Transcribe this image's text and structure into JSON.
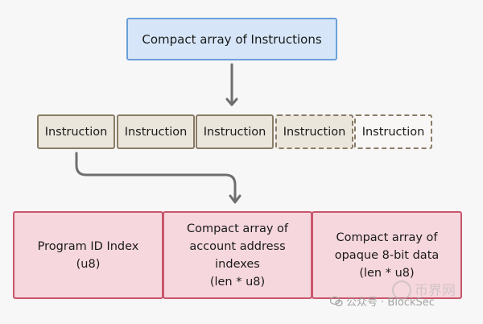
{
  "diagram": {
    "top_box": "Compact array of Instructions",
    "instructions": [
      {
        "label": "Instruction",
        "style": "solid"
      },
      {
        "label": "Instruction",
        "style": "solid"
      },
      {
        "label": "Instruction",
        "style": "solid"
      },
      {
        "label": "Instruction",
        "style": "dashed"
      },
      {
        "label": "Instruction",
        "style": "dashed-empty"
      }
    ],
    "fields": [
      {
        "label": "Program ID Index\n(u8)"
      },
      {
        "label": "Compact array of\naccount address\nindexes\n(len * u8)"
      },
      {
        "label": "Compact array of\nopaque 8-bit data\n(len * u8)"
      }
    ]
  },
  "watermark": {
    "text": "公众号 · BlockSec",
    "logo_text": "币界网"
  },
  "colors": {
    "top_fill": "#d6e6f8",
    "top_border": "#6a9fd8",
    "instr_fill": "#ebe6dc",
    "instr_border": "#8a7c66",
    "field_fill": "#f6d7de",
    "field_border": "#c9566b",
    "arrow": "#6e6e6e"
  }
}
